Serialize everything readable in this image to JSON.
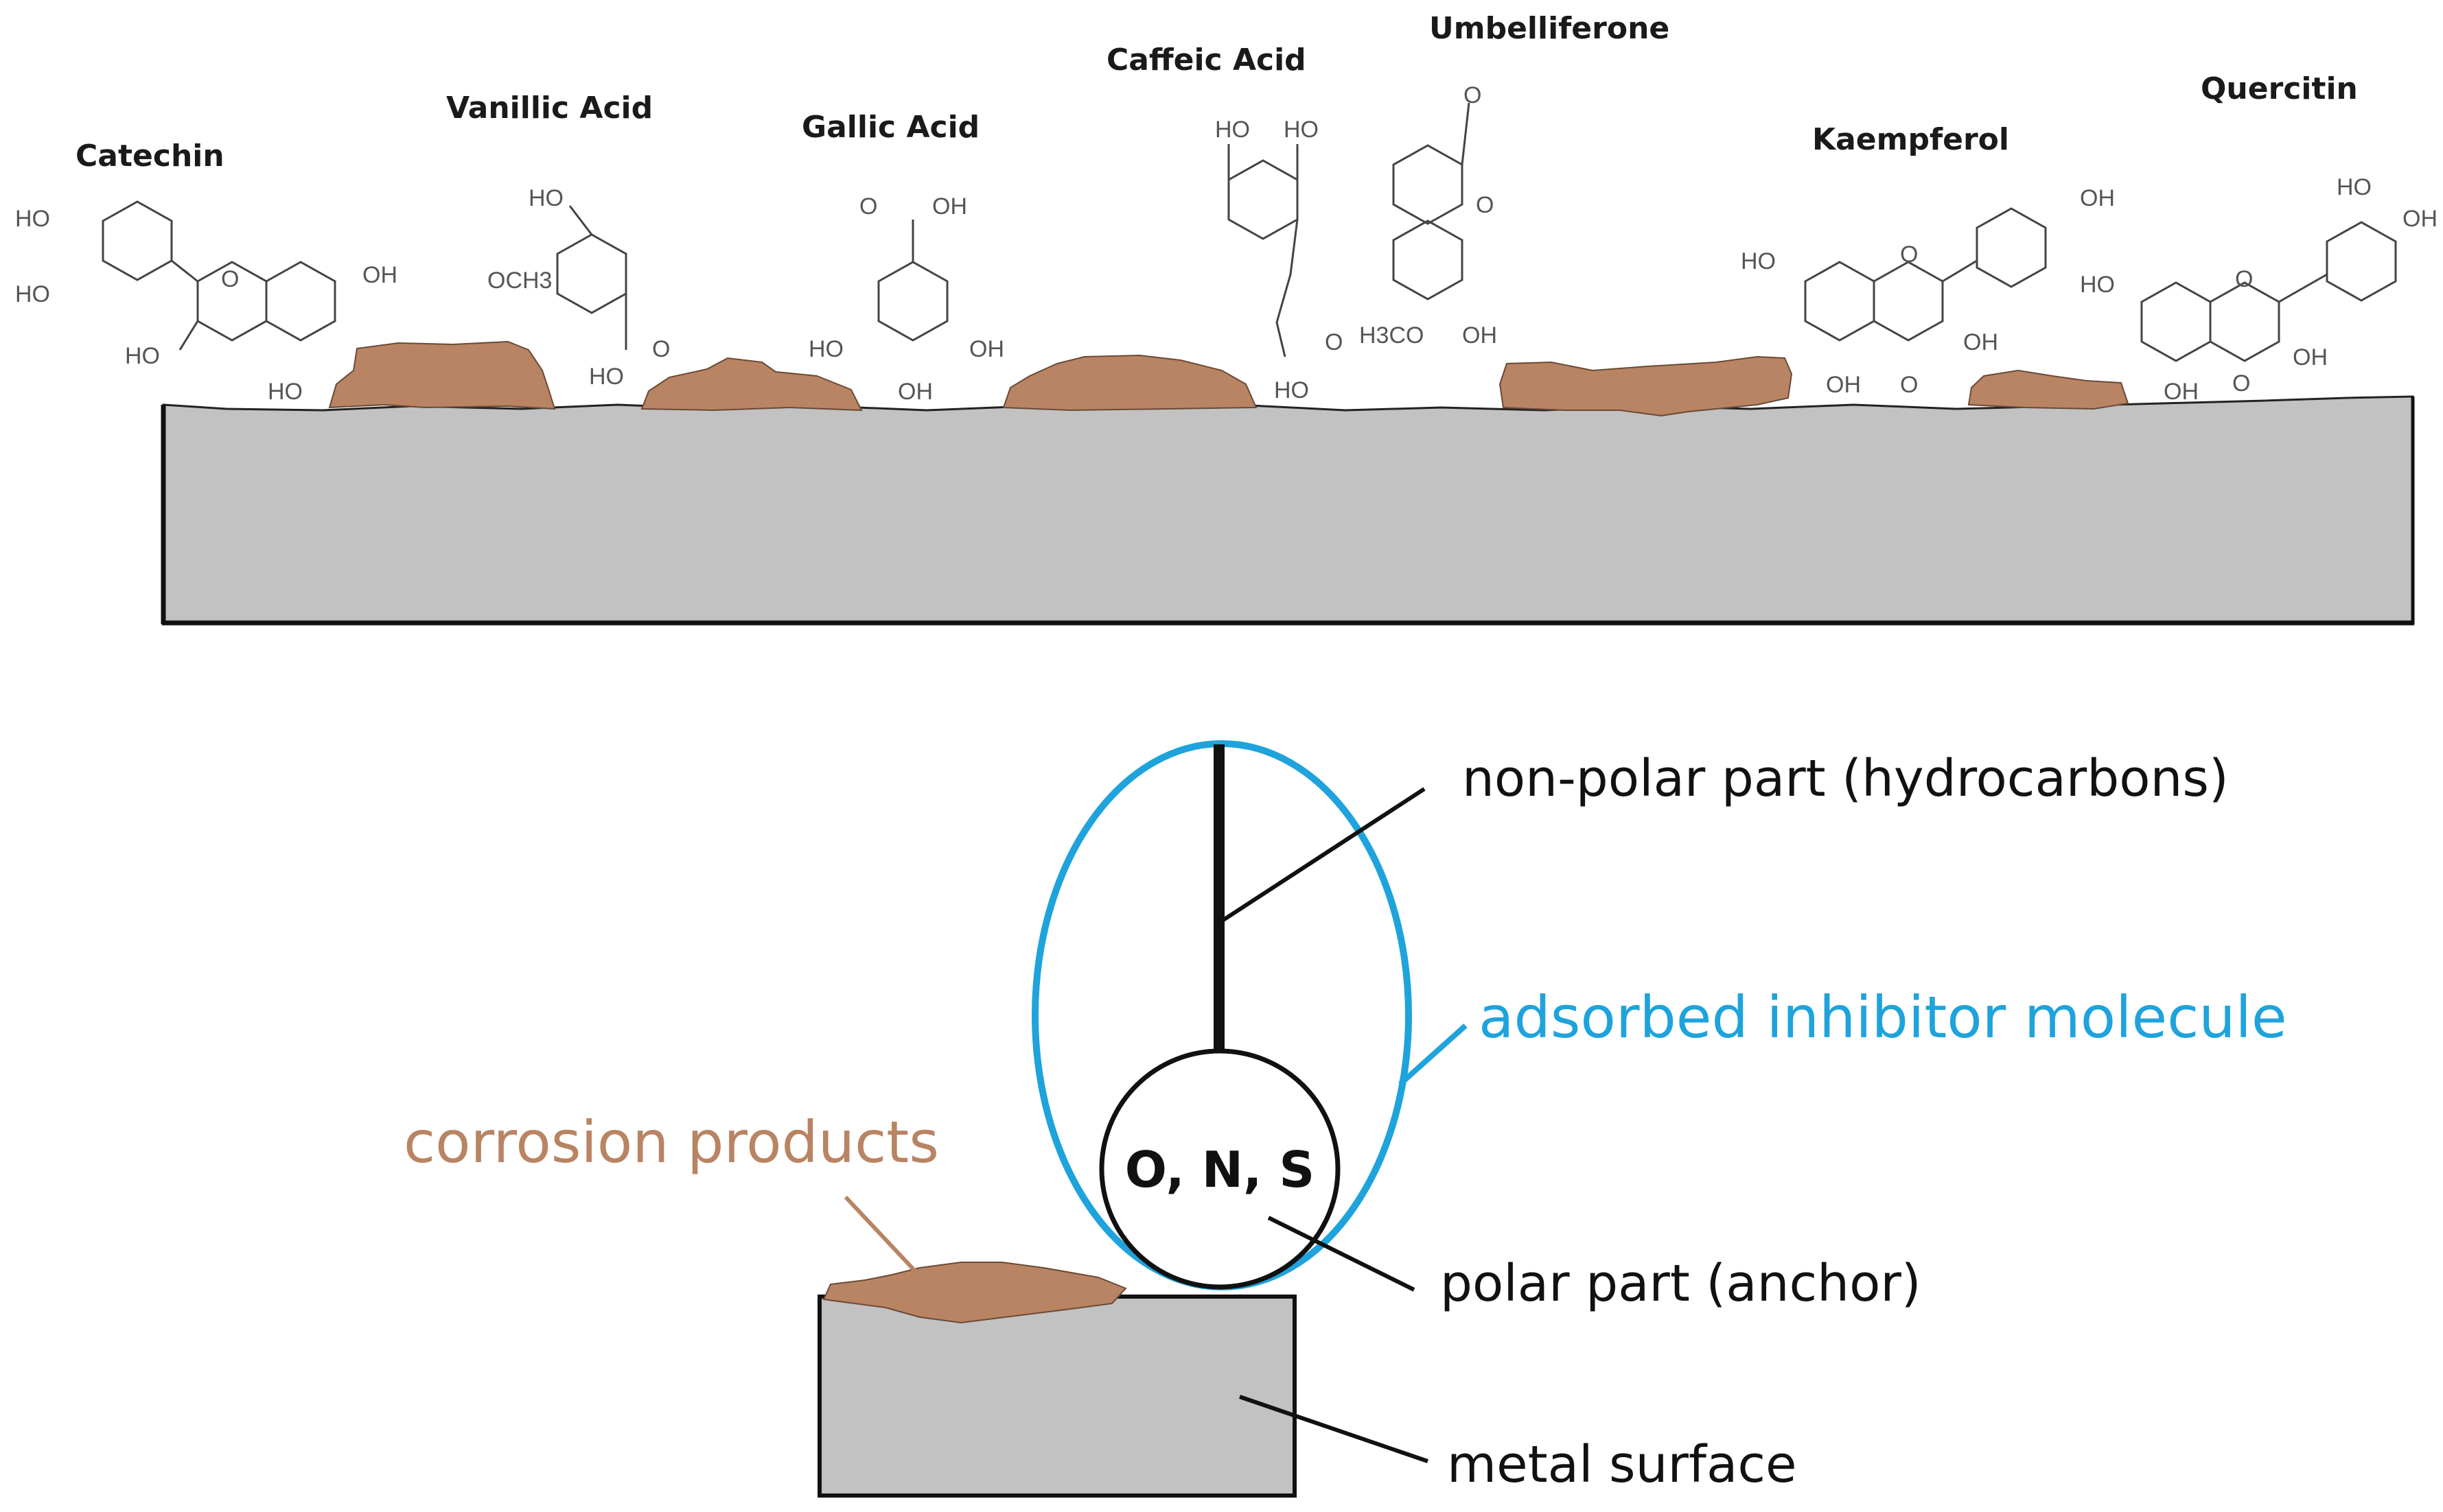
{
  "colors": {
    "metal": "#c2c2c2",
    "corrosion": "#b98463",
    "inhibitor_ellipse": "#1ea3dc",
    "text": "#111111"
  },
  "molecules": {
    "catechin": {
      "name": "Catechin",
      "groups": [
        "HO",
        "HO",
        "OH",
        "HO",
        "HO",
        "O"
      ]
    },
    "vanillic": {
      "name": "Vanillic Acid",
      "groups": [
        "HO",
        "OCH3",
        "HO",
        "O"
      ]
    },
    "gallic": {
      "name": "Gallic Acid",
      "groups": [
        "O",
        "OH",
        "HO",
        "OH",
        "OH"
      ]
    },
    "caffeic": {
      "name": "Caffeic Acid",
      "groups": [
        "HO",
        "HO",
        "O",
        "HO"
      ]
    },
    "umbelliferone": {
      "name": "Umbelliferone",
      "groups": [
        "O",
        "O",
        "H3CO",
        "OH"
      ]
    },
    "kaempferol": {
      "name": "Kaempferol",
      "groups": [
        "OH",
        "HO",
        "O",
        "OH",
        "OH",
        "O"
      ]
    },
    "quercitin": {
      "name": "Quercitin",
      "groups": [
        "HO",
        "OH",
        "HO",
        "O",
        "OH",
        "OH",
        "O"
      ]
    }
  },
  "labels": {
    "non_polar": "non-polar part (hydrocarbons)",
    "adsorbed": "adsorbed inhibitor molecule",
    "corrosion": "corrosion products",
    "anchor_atoms": "O, N, S",
    "polar": "polar part (anchor)",
    "metal": "metal surface"
  }
}
